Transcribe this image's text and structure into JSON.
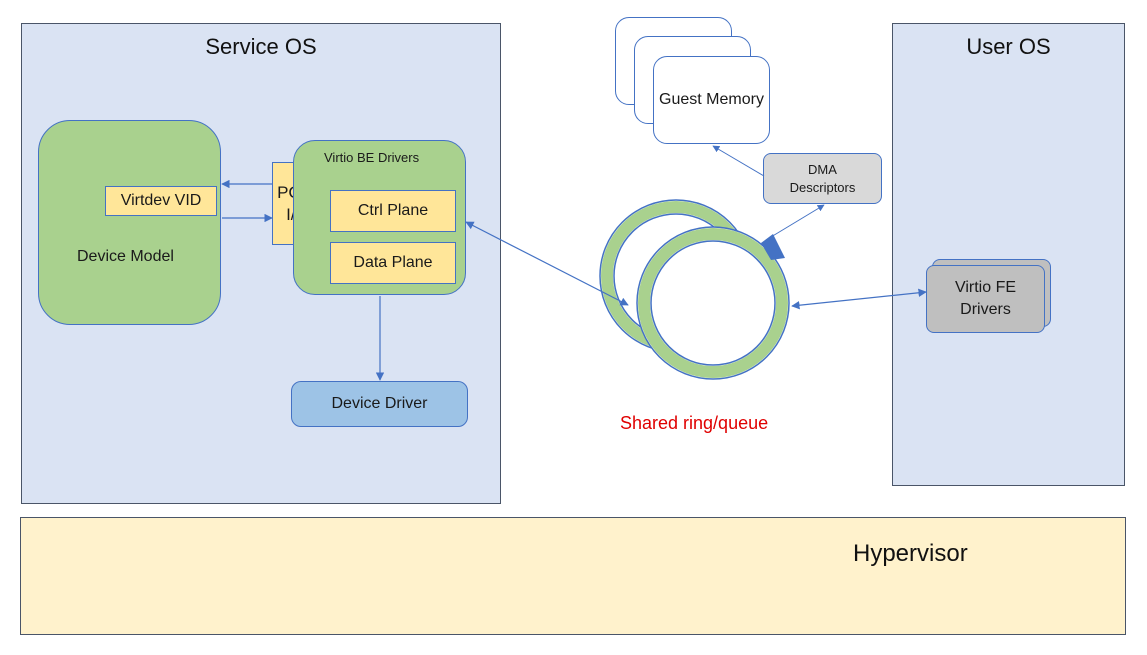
{
  "service_os": {
    "title": "Service OS",
    "device_model": {
      "label": "Device Model",
      "vid_label": "Virtdev VID"
    },
    "pcie_label": "PCIe I/F",
    "virtio_be": {
      "title": "Virtio BE Drivers",
      "ctrl_plane": "Ctrl Plane",
      "data_plane": "Data Plane"
    },
    "device_driver": "Device Driver"
  },
  "guest_memory": "Guest Memory",
  "dma_descriptors": "DMA Descriptors",
  "shared_ring": {
    "label": "Shared ring/queue",
    "color": "#e00000"
  },
  "user_os": {
    "title": "User OS",
    "virtio_fe": "Virtio FE Drivers"
  },
  "hypervisor": "Hypervisor",
  "colors": {
    "os_panel": "#dae3f3",
    "green": "#a9d18e",
    "yellow": "#ffe699",
    "hypervisor": "#fff2cc",
    "gray": "#bfbfbf",
    "blue_box": "#9dc3e6",
    "arrow": "#4472c4"
  }
}
